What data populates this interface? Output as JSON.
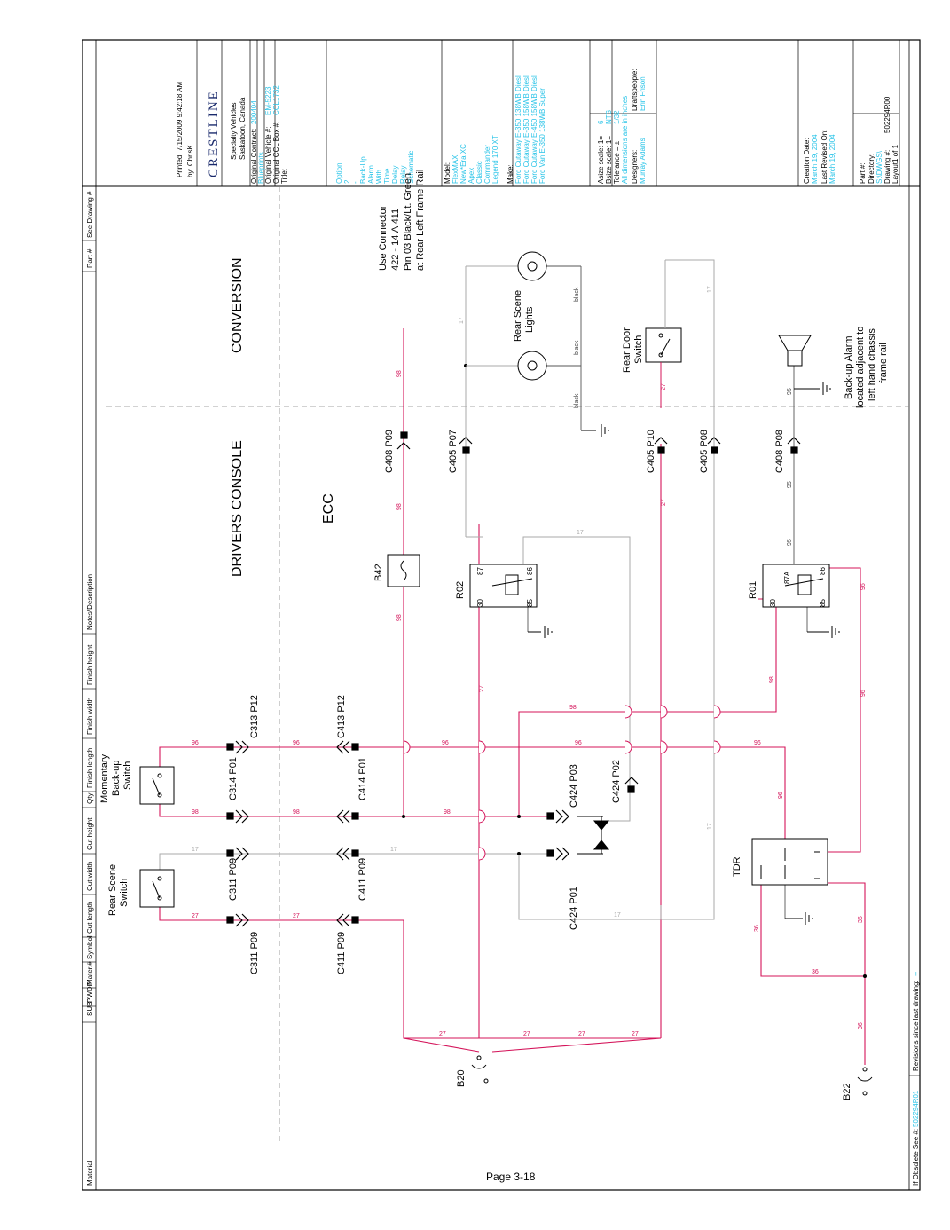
{
  "colors": {
    "red_wire": "#d4145a",
    "grey_wire": "#aaaaaa",
    "cyan_text": "#2bc4e8",
    "ground_wire": "#555555"
  },
  "page": {
    "number": "Page 3-18"
  },
  "title_block": {
    "printed": "Printed: 7/15/2009 9:42:18 AM",
    "by": "by: ChrisK",
    "logo": "CRESTLINE",
    "company": "Specialty Vehicles",
    "location": "Saskatoon, Canada",
    "original_contract_label": "Original Contract:",
    "original_contract_value": "200404",
    "blueprint_label": "Blueprints",
    "original_vehicle_label": "Original Vehicle #:",
    "original_vehicle_value": "EM-5223",
    "original_ccl_label": "Original CCL Box #:",
    "original_ccl_value": "CCL1732",
    "title_label": "Title:",
    "title_lines": [
      "Option",
      "2",
      "-",
      "Back-Up",
      "Alarm",
      "With",
      "Time",
      "Delay",
      "Relay",
      "Schematic"
    ],
    "model_label": "Model:",
    "models": [
      "FlexMAX",
      "New*Era XC",
      "Apex",
      "Classic",
      "Commander",
      "Legend 170 XT"
    ],
    "make_label": "Make:",
    "makes": [
      "Ford Cutaway E-350 138WB Diesl",
      "Ford Cutaway E-350 158WB Diesl",
      "Ford Cutaway E-450 158WB Diesl",
      "Ford Van E-350 138WB Super"
    ],
    "asize_label": "Asize scale: 1=",
    "asize_value": "6",
    "bsize_label": "Bsize scale: 1=",
    "bsize_value": "NTS",
    "tolerance_label": "Tolerance = ±",
    "tolerance_value": "1/32",
    "tolerance_note": "All dimensions are in inches",
    "designers_label": "Designers:",
    "designers_value": "Murray Adams",
    "draftspeople_label": "Draftspeople:",
    "draftspeople_value": "Erin Frison",
    "creation_label": "Creation Date:",
    "creation_value": "March 19, 2004",
    "revised_label": "Last Revised On:",
    "revised_value": "March 19, 2004",
    "part_label": "Part #:",
    "directory_label": "Directory:",
    "directory_value": "S:\\DWGS\\",
    "drawing_label": "Drawing #:",
    "drawing_value": "502294R00",
    "layout_label": "Layout1 of 1"
  },
  "bom_header": [
    "Material",
    "SUB",
    "PWDR",
    "Mater.#",
    "Symbol",
    "Cut length",
    "Cut width",
    "Cut height",
    "Qty",
    "Finish length",
    "Finish width",
    "Finish height",
    "Notes/Description",
    "Part #",
    "See Drawing #"
  ],
  "footer": {
    "obsolete_label": "If Obsolete See #:",
    "obsolete_value": "502294R01",
    "revisions_label": "Revisions since last drawing:",
    "revisions_value": "--"
  },
  "sections": {
    "drivers_console": "DRIVERS CONSOLE",
    "conversion": "CONVERSION",
    "ecc": "ECC"
  },
  "components": {
    "rear_scene_switch": [
      "Rear Scene",
      "Switch"
    ],
    "momentary_switch": [
      "Momentary",
      "Back-up",
      "Switch"
    ],
    "rear_scene_lights": [
      "Rear Scene",
      "Lights"
    ],
    "rear_door_switch": [
      "Rear Door",
      "Switch"
    ],
    "backup_alarm_note": [
      "Back-up Alarm",
      "located adjacent to",
      "left hand chassis",
      "frame rail"
    ],
    "use_connector_note": [
      "Use Connector",
      "422 - 14 A 411",
      "Pin 03 Black/Lt. Green",
      "at Rear Left Frame Rail"
    ],
    "b42": "B42",
    "r02": "R02",
    "r01": "R01",
    "tdr": "TDR",
    "b20": "B20",
    "b22": "B22"
  },
  "connectors": {
    "c311": "C311 P09",
    "c411": "C411 P09",
    "c314": "C314 P01",
    "c414": "C414 P01",
    "c313": "C313 P12",
    "c413": "C413 P12",
    "c424p01": "C424 P01",
    "c424p03": "C424 P03",
    "c424p02": "C424 P02",
    "c408p09": "C408 P09",
    "c405p07": "C405 P07",
    "c405p10": "C405 P10",
    "c405p08": "C405 P08",
    "c408p08": "C408 P08"
  },
  "relay_pins": {
    "p30": "30",
    "p87": "87",
    "p87a": "87A",
    "p85": "85",
    "p86": "86"
  },
  "wires": {
    "w27": "27",
    "w96": "96",
    "w98": "98",
    "w17": "17",
    "w36": "36",
    "w95": "95",
    "black": "black"
  }
}
